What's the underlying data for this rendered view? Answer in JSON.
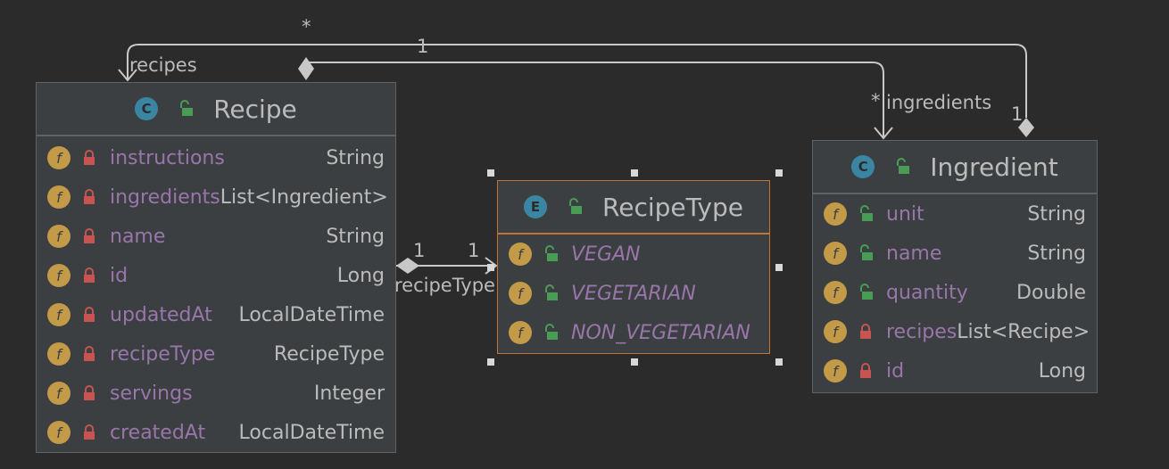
{
  "colors": {
    "background": "#2b2b2b",
    "node": "#3c3f41",
    "field": "#9876aa",
    "type": "#bbbbbb",
    "field_icon": "#c39a47",
    "class_badge": "#3a86a2",
    "selection": "#c07632"
  },
  "edges": {
    "recipes_star": "*",
    "recipes_one": "1",
    "recipes_label": "recipes",
    "ingredients_star": "*",
    "ingredients_label": "ingredients",
    "ingredients_one": "1",
    "rt_left": "1",
    "rt_right": "1",
    "rt_label": "recipeType"
  },
  "recipe": {
    "badge": "C",
    "title": "Recipe",
    "fields": [
      {
        "name": "instructions",
        "type": "String",
        "access": "private"
      },
      {
        "name": "ingredients",
        "type": "List<Ingredient>",
        "access": "private"
      },
      {
        "name": "name",
        "type": "String",
        "access": "private"
      },
      {
        "name": "id",
        "type": "Long",
        "access": "private"
      },
      {
        "name": "updatedAt",
        "type": "LocalDateTime",
        "access": "private"
      },
      {
        "name": "recipeType",
        "type": "RecipeType",
        "access": "private"
      },
      {
        "name": "servings",
        "type": "Integer",
        "access": "private"
      },
      {
        "name": "createdAt",
        "type": "LocalDateTime",
        "access": "private"
      }
    ]
  },
  "recipetype": {
    "badge": "E",
    "title": "RecipeType",
    "fields": [
      {
        "name": "VEGAN",
        "type": "",
        "access": "public"
      },
      {
        "name": "VEGETARIAN",
        "type": "",
        "access": "public"
      },
      {
        "name": "NON_VEGETARIAN",
        "type": "",
        "access": "public"
      }
    ]
  },
  "ingredient": {
    "badge": "C",
    "title": "Ingredient",
    "fields": [
      {
        "name": "unit",
        "type": "String",
        "access": "public"
      },
      {
        "name": "name",
        "type": "String",
        "access": "public"
      },
      {
        "name": "quantity",
        "type": "Double",
        "access": "public"
      },
      {
        "name": "recipes",
        "type": "List<Recipe>",
        "access": "private"
      },
      {
        "name": "id",
        "type": "Long",
        "access": "private"
      }
    ]
  },
  "field_icon_letter": "f"
}
